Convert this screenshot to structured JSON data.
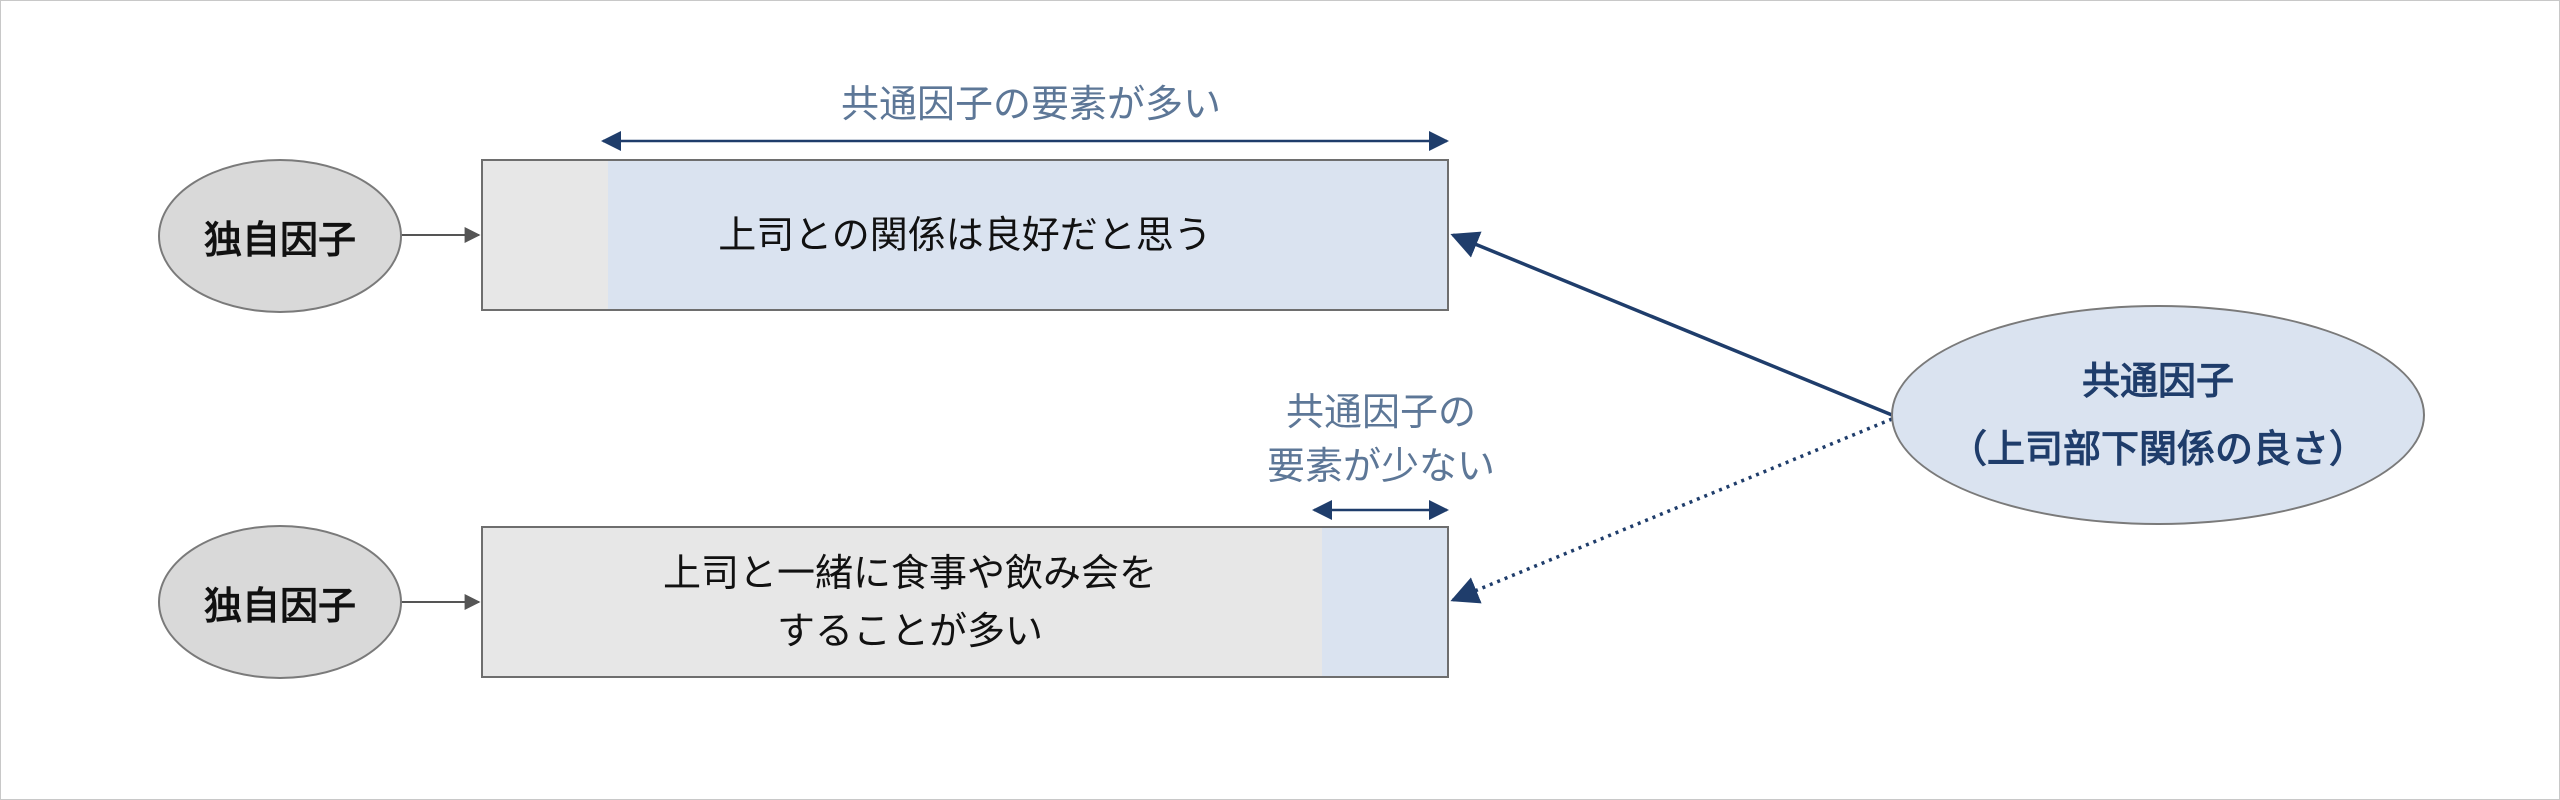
{
  "unique_factor_top": {
    "label": "独自因子"
  },
  "unique_factor_bottom": {
    "label": "独自因子"
  },
  "item_top": {
    "lines": [
      "上司との関係は良好だと思う"
    ],
    "common_share": 0.87
  },
  "item_bottom": {
    "lines": [
      "上司と一緒に食事や飲み会を",
      "することが多い"
    ],
    "common_share": 0.13
  },
  "common_factor": {
    "line1": "共通因子",
    "line2": "（上司部下関係の良さ）"
  },
  "annotation_top": {
    "text": "共通因子の要素が多い"
  },
  "annotation_bottom": {
    "line1": "共通因子の",
    "line2": "要素が少ない"
  },
  "colors": {
    "common": "#dae3f0",
    "unique": "#e7e7e7",
    "arrow": "#1f3d6b",
    "annotation": "#5d7797"
  }
}
